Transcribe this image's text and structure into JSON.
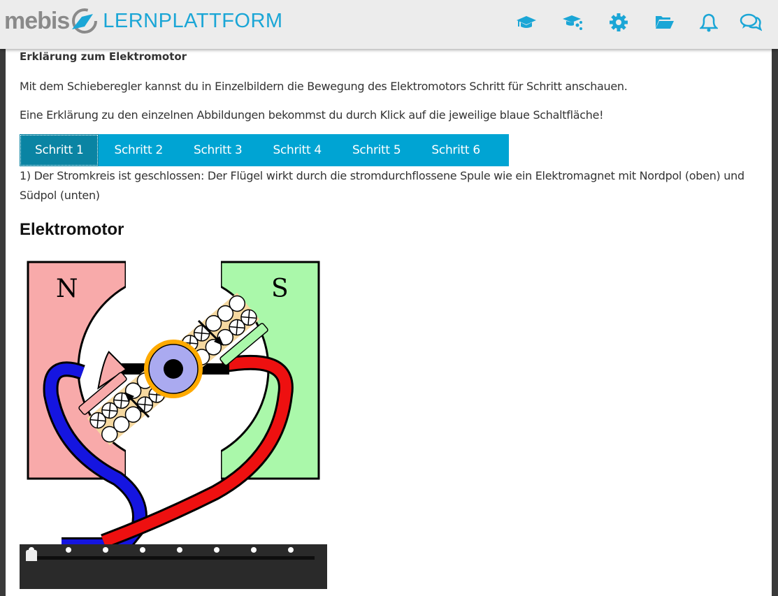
{
  "header": {
    "logo_text": "mebis",
    "brand_title": "LERNPLATTFORM",
    "icons": [
      "graduation-cap-icon",
      "shared-courses-icon",
      "gear-icon",
      "folder-open-icon",
      "bell-icon",
      "chat-bubbles-icon"
    ]
  },
  "content": {
    "heading": "Erklärung zum Elektromotor",
    "intro1": "Mit dem Schieberegler kannst du in Einzelbildern die Bewegung des Elektromotors Schritt für Schritt anschauen.",
    "intro2": "Eine Erklärung zu den einzelnen Abbildungen bekommst du durch Klick auf die jeweilige blaue Schaltfläche!",
    "tabs": [
      {
        "label": "Schritt 1"
      },
      {
        "label": "Schritt 2"
      },
      {
        "label": "Schritt 3"
      },
      {
        "label": "Schritt 4"
      },
      {
        "label": "Schritt 5"
      },
      {
        "label": "Schritt 6"
      }
    ],
    "active_tab": 0,
    "step_text": "1) Der Stromkreis ist geschlossen: Der Flügel wirkt durch die stromdurchflossene Spule wie ein Elektromagnet  mit Nordpol (oben) und Südpol (unten)",
    "section_title": "Elektromotor",
    "image": {
      "north_label": "N",
      "south_label": "S"
    },
    "slider": {
      "positions": 8,
      "current": 1
    }
  },
  "colors": {
    "accent": "#00a4d3",
    "active_tab": "#0a84a3",
    "north": "#f8aaaa",
    "south": "#aaf8aa"
  }
}
